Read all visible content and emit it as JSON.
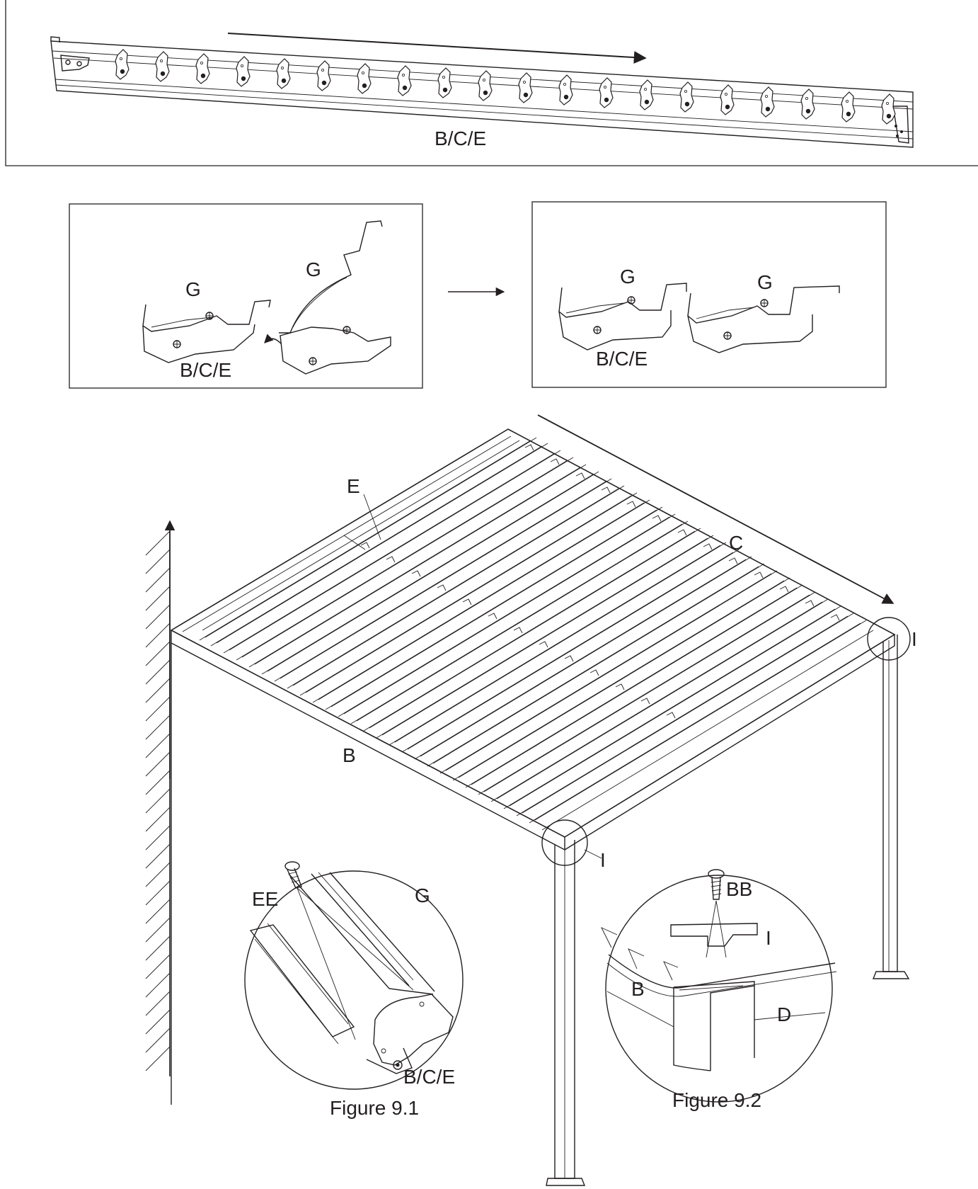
{
  "panel_top": {
    "label": "B/C/E"
  },
  "panel_left": {
    "label_g_top": "G",
    "label_g_mid": "G",
    "label_bce": "B/C/E"
  },
  "panel_right": {
    "label_g1": "G",
    "label_g2": "G",
    "label_bce": "B/C/E"
  },
  "main": {
    "label_e": "E",
    "label_c": "C",
    "label_b": "B",
    "label_i_back": "I",
    "label_i_front": "I"
  },
  "figure_9_1": {
    "caption": "Figure 9.1",
    "label_ee": "EE",
    "label_g": "G",
    "label_bce": "B/C/E"
  },
  "figure_9_2": {
    "caption": "Figure 9.2",
    "label_bb": "BB",
    "label_i": "I",
    "label_b": "B",
    "label_d": "D"
  }
}
